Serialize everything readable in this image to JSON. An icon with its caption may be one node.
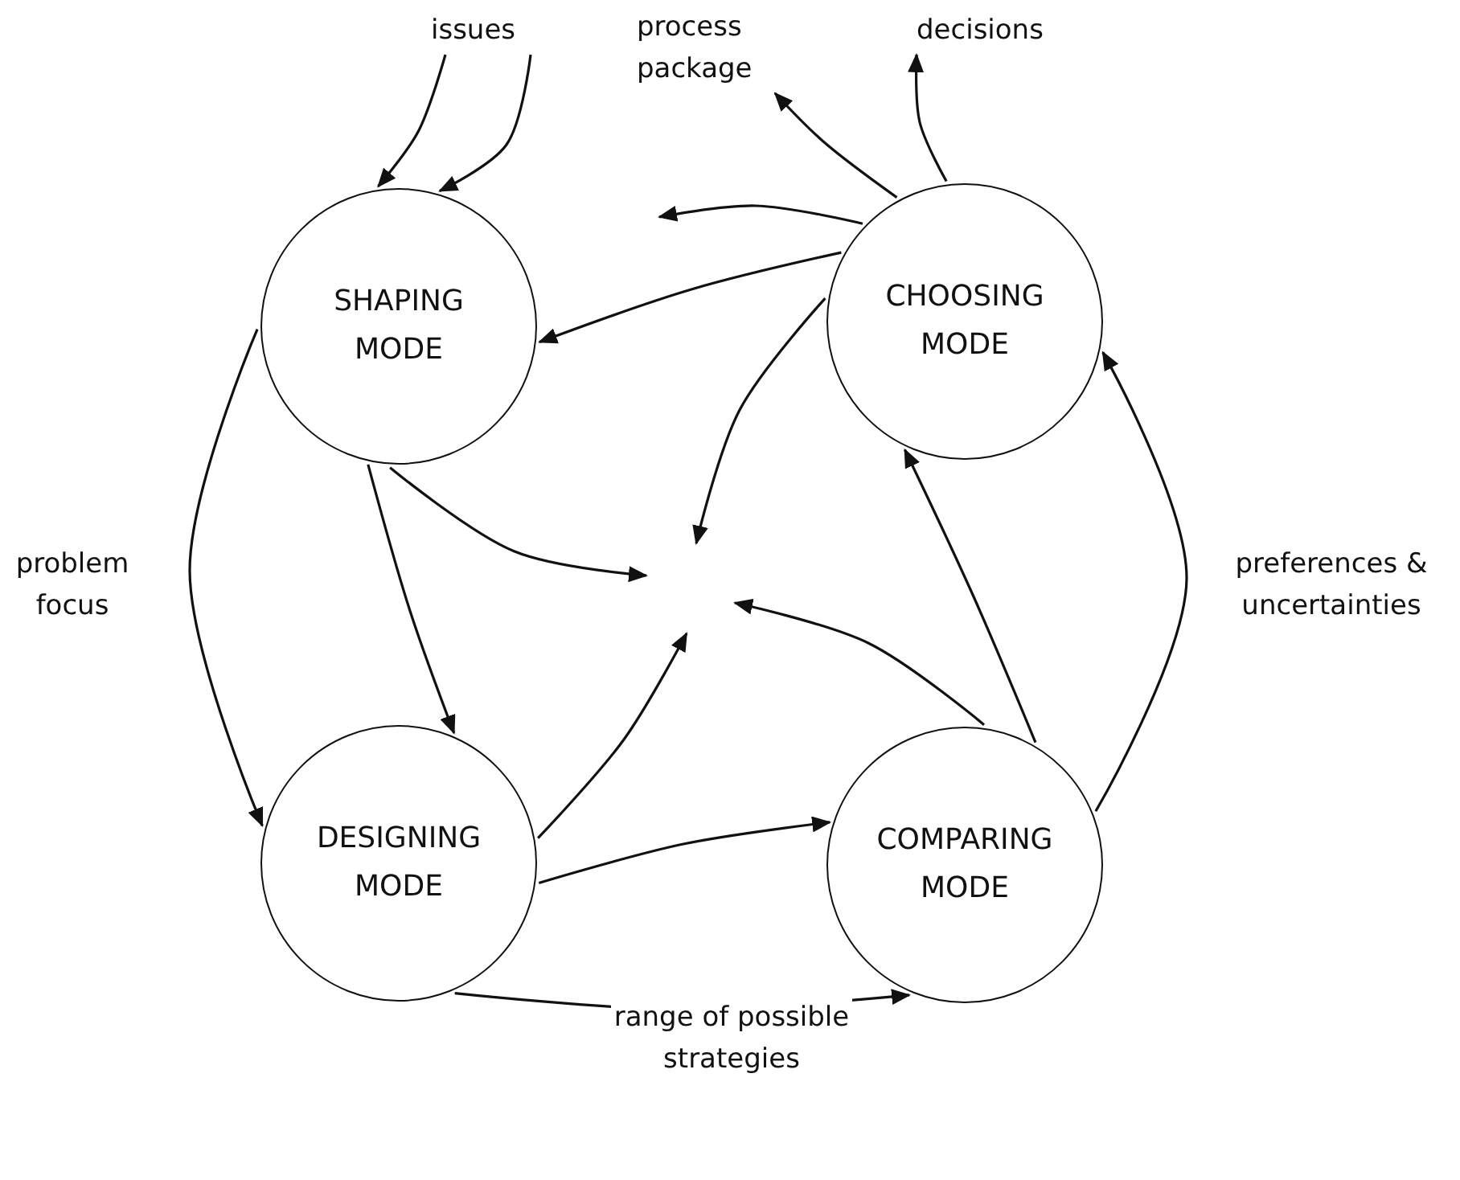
{
  "diagram": {
    "nodes": [
      {
        "text": [
          "issues"
        ]
      },
      {
        "text": [
          "process package"
        ]
      },
      {
        "text": [
          "decisions"
        ]
      },
      {
        "text": [
          "SHAPING MODE"
        ]
      },
      {
        "text": [
          "CHOOSING MODE"
        ]
      },
      {
        "text": [
          "DESIGNING MODE"
        ]
      },
      {
        "text": [
          "COMPARING MODE"
        ]
      }
    ],
    "edges": [
      {
        "from": 0,
        "to": 3,
        "arrow": "to"
      },
      {
        "from": 0,
        "to": 3,
        "arrow": "to"
      },
      {
        "from": 4,
        "to": 1,
        "arrow": "to"
      },
      {
        "from": 4,
        "to": 2,
        "arrow": "to"
      },
      {
        "from": 4,
        "to": null,
        "arrow": "to"
      },
      {
        "from": 4,
        "to": 3,
        "arrow": "to"
      },
      {
        "from": 4,
        "to": null,
        "arrow": "to"
      },
      {
        "from": 3,
        "to": null,
        "arrow": "to"
      },
      {
        "from": 3,
        "to": 5,
        "arrow": "to",
        "label": "problem focus"
      },
      {
        "from": 3,
        "to": 5,
        "arrow": "to"
      },
      {
        "from": 5,
        "to": null,
        "arrow": "to"
      },
      {
        "from": 5,
        "to": 6,
        "arrow": "to"
      },
      {
        "from": 5,
        "to": 6,
        "arrow": "to",
        "label": "range of possible strategies"
      },
      {
        "from": 6,
        "to": null,
        "arrow": "to"
      },
      {
        "from": 6,
        "to": 4,
        "arrow": "to"
      },
      {
        "from": 6,
        "to": 4,
        "arrow": "to",
        "label": "preferences & uncertainties"
      }
    ]
  }
}
